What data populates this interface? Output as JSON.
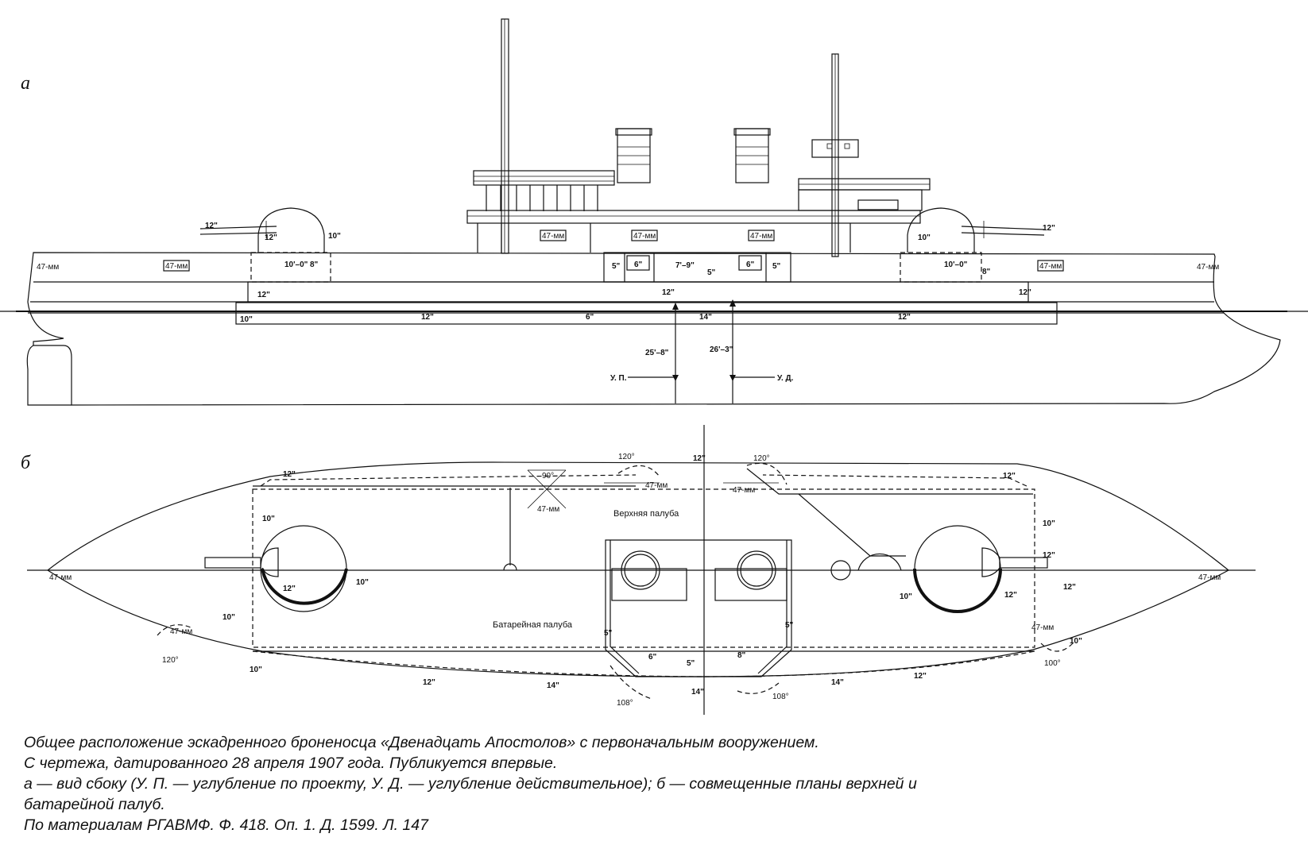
{
  "views": {
    "side_letter": "а",
    "plan_letter": "б"
  },
  "side_labels": {
    "gun_12_left": "12\"",
    "gun_12_left2": "12\"",
    "turret_10_left": "10\"",
    "gun_12_right": "12\"",
    "turret_10_right": "10\"",
    "mm47_bow": "47-мм",
    "mm47_1": "47-мм",
    "mm47_2": "47-мм",
    "mm47_3": "47-мм",
    "mm47_4": "47-мм",
    "mm47_5": "47-мм",
    "mm47_stern": "47-мм",
    "barb_left_dim": "10'–0\"",
    "barb_left_8": "8\"",
    "barb_right_dim": "10'–0\"",
    "barb_right_8": "8\"",
    "cas_5a": "5\"",
    "cas_6a": "6\"",
    "cas_7_9": "7'–9\"",
    "cas_5b": "5\"",
    "cas_6b": "6\"",
    "cas_5c": "5\"",
    "belt_12_l": "12\"",
    "belt_12_c": "12\"",
    "belt_12_r": "12\"",
    "low_10": "10\"",
    "low_12a": "12\"",
    "low_6": "6\"",
    "low_14": "14\"",
    "low_12b": "12\"",
    "draft_design_dim": "25'–8\"",
    "draft_actual_dim": "26'–3\"",
    "draft_design": "У. П.",
    "draft_actual": "У. Д."
  },
  "plan_labels": {
    "upper_deck": "Верхняя палуба",
    "battery_deck": "Батарейная палуба",
    "arc_120_top_left": "120°",
    "arc_120_top_right": "120°",
    "arc_90": "90°",
    "mm47_top_a": "47-мм",
    "mm47_top_b": "47-мм",
    "mm47_top_c": "47-мм",
    "mm47_bow": "47-мм",
    "mm47_stern": "47-мм",
    "mm47_bot_left": "47-мм",
    "mm47_bot_right": "47-мм",
    "arm_12_top_left": "12\"",
    "arm_12_top_center": "12\"",
    "arm_12_top_right": "12\"",
    "arm_10_left_a": "10\"",
    "arm_10_left_b": "10\"",
    "arm_10_right_a": "10\"",
    "tur_12_left": "12\"",
    "tur_10_left": "10\"",
    "tur_12_right": "12\"",
    "tur_10_right": "10\"",
    "gun_12_right": "12\"",
    "arm_12_stern": "12\"",
    "arc_120_bot_left": "120°",
    "arm_10_bot_left": "10\"",
    "cas_5_left": "5\"",
    "cas_6_left": "6\"",
    "cas_5_mid": "5\"",
    "cas_8_right": "8\"",
    "cas_5_right": "5\"",
    "arc_108_left": "108°",
    "arc_108_right": "108°",
    "arm_14_mid": "14\"",
    "arm_14_left": "14\"",
    "arm_14_right": "14\"",
    "arm_12_bot_left": "12\"",
    "arm_12_bot_right": "12\"",
    "arc_100": "100°",
    "arm_10_bot_right": "10\""
  },
  "caption": {
    "line1": "Общее расположение эскадренного броненосца «Двенадцать Апостолов» с первоначальным вооружением.",
    "line2": "С чертежа, датированного 28 апреля 1907 года. Публикуется впервые.",
    "line3": "а — вид сбоку (У. П. — углубление по проекту, У. Д. — углубление действительное); б — совмещенные планы верхней и",
    "line4": "батарейной палуб.",
    "line5": "По материалам РГАВМФ. Ф. 418. Оп. 1. Д. 1599. Л. 147"
  }
}
